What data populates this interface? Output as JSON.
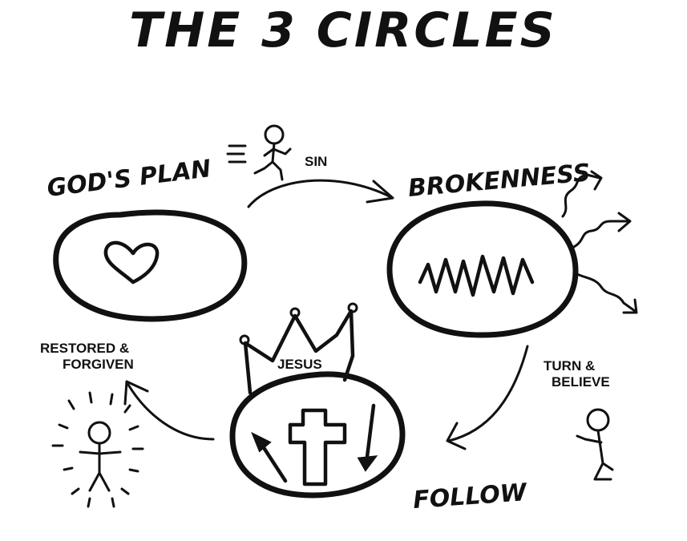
{
  "title": "THE 3 CIRCLES",
  "labels": {
    "gods_plan": "GOD'S PLAN",
    "sin": "SIN",
    "brokenness": "BROKENNESS",
    "jesus": "JESUS",
    "restored_line1": "RESTORED &",
    "restored_line2": "FORGIVEN",
    "turn_line1": "TURN &",
    "turn_line2": "BELIEVE",
    "follow": "FOLLOW"
  },
  "icons": [
    "heart-icon",
    "zigzag-icon",
    "cross-icon",
    "crown-icon",
    "running-figure-icon",
    "kneeling-figure-icon",
    "radiant-figure-icon"
  ],
  "colors": {
    "ink": "#111111",
    "background": "#ffffff"
  }
}
